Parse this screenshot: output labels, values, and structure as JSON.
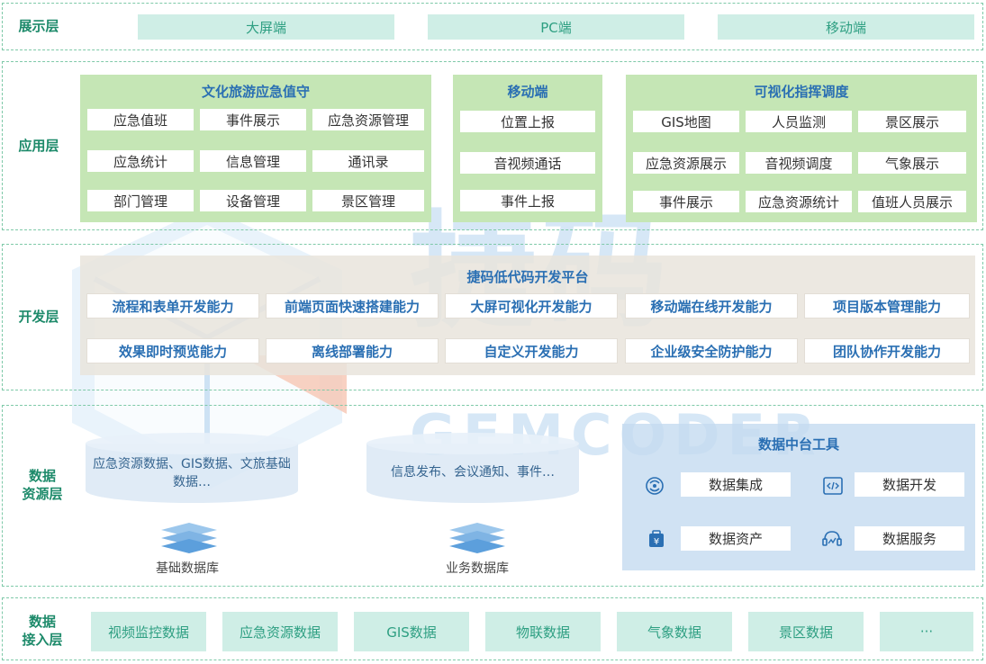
{
  "layers": {
    "display": {
      "title": "展示层",
      "items": [
        "大屏端",
        "PC端",
        "移动端"
      ]
    },
    "application": {
      "title": "应用层",
      "panels": [
        {
          "title": "文化旅游应急值守",
          "items": [
            "应急值班",
            "事件展示",
            "应急资源管理",
            "应急统计",
            "信息管理",
            "通讯录",
            "部门管理",
            "设备管理",
            "景区管理"
          ]
        },
        {
          "title": "移动端",
          "items": [
            "位置上报",
            "音视频通话",
            "事件上报"
          ]
        },
        {
          "title": "可视化指挥调度",
          "items": [
            "GIS地图",
            "人员监测",
            "景区展示",
            "应急资源展示",
            "音视频调度",
            "气象展示",
            "事件展示",
            "应急资源统计",
            "值班人员展示"
          ]
        }
      ]
    },
    "development": {
      "title": "开发层",
      "platform_title": "捷码低代码开发平台",
      "capabilities": [
        "流程和表单开发能力",
        "前端页面快速搭建能力",
        "大屏可视化开发能力",
        "移动端在线开发能力",
        "项目版本管理能力",
        "效果即时预览能力",
        "离线部署能力",
        "自定义开发能力",
        "企业级安全防护能力",
        "团队协作开发能力"
      ]
    },
    "data_resource": {
      "title_line1": "数据",
      "title_line2": "资源层",
      "basic_db_text": "应急资源数据、GIS数据、文旅基础数据…",
      "basic_db_label": "基础数据库",
      "business_db_text": "信息发布、会议通知、事件…",
      "business_db_label": "业务数据库",
      "tools_title": "数据中台工具",
      "tools": [
        {
          "label": "数据集成",
          "icon": "integration-icon"
        },
        {
          "label": "数据开发",
          "icon": "code-icon"
        },
        {
          "label": "数据资产",
          "icon": "asset-icon"
        },
        {
          "label": "数据服务",
          "icon": "service-icon"
        }
      ]
    },
    "data_access": {
      "title_line1": "数据",
      "title_line2": "接入层",
      "items": [
        "视频监控数据",
        "应急资源数据",
        "GIS数据",
        "物联数据",
        "气象数据",
        "景区数据",
        "···"
      ]
    }
  },
  "watermark": {
    "logo_text": "捷码",
    "brand_text": "GEMCODER"
  },
  "colors": {
    "layer_title": "#1d8a6a",
    "teal_fill": "#cfeee6",
    "teal_text": "#2e9f82",
    "green_panel": "#c5e6b5",
    "blue_title": "#2a6fb3",
    "dev_platform_bg": "#e9e4dc",
    "tools_panel_bg": "#cfe2f3",
    "cylinder_fill": "#dbe8f5"
  }
}
